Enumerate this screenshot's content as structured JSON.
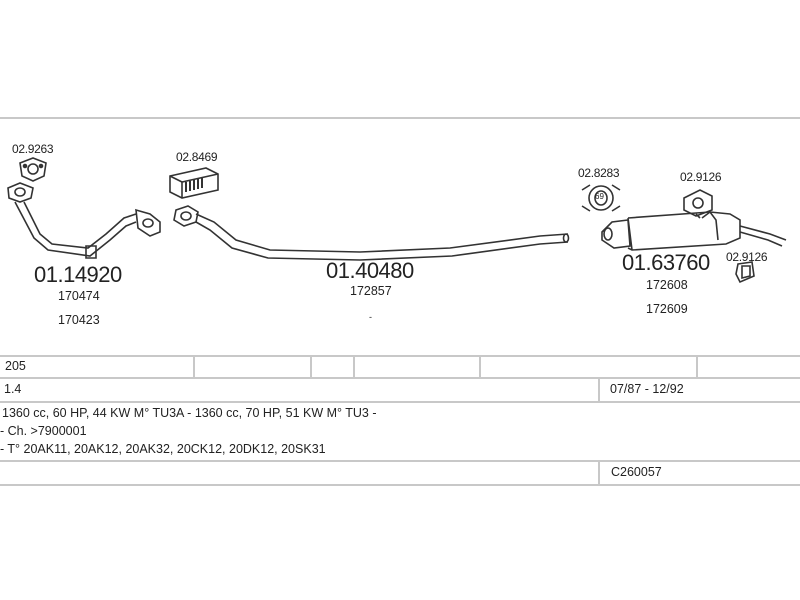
{
  "parts": {
    "front_pipe_gasket": "02.9263",
    "front_pipe_code": "01.14920",
    "front_pipe_ref1": "170474",
    "front_pipe_ref2": "170423",
    "clamp_code": "02.8469",
    "middle_pipe_code": "01.40480",
    "middle_pipe_ref1": "172857",
    "mount_ring_code": "02.8283",
    "mount_ring_number": "69",
    "rear_mount_top": "02.9126",
    "rear_muffler_code": "01.63760",
    "rear_mount_side": "02.9126",
    "rear_muffler_ref1": "172608",
    "rear_muffler_ref2": "172609",
    "dot": "-"
  },
  "table": {
    "model": "205",
    "engine_size": "1.4",
    "date_range": "07/87 - 12/92",
    "engines": "1360 cc, 60 HP, 44 KW M° TU3A -  1360 cc, 70 HP, 51 KW M° TU3 -",
    "chassis": "- Ch. >7900001",
    "types": "- T° 20AK11, 20AK12, 20AK32, 20CK12, 20DK12, 20SK31",
    "catalog_code": "C260057"
  }
}
